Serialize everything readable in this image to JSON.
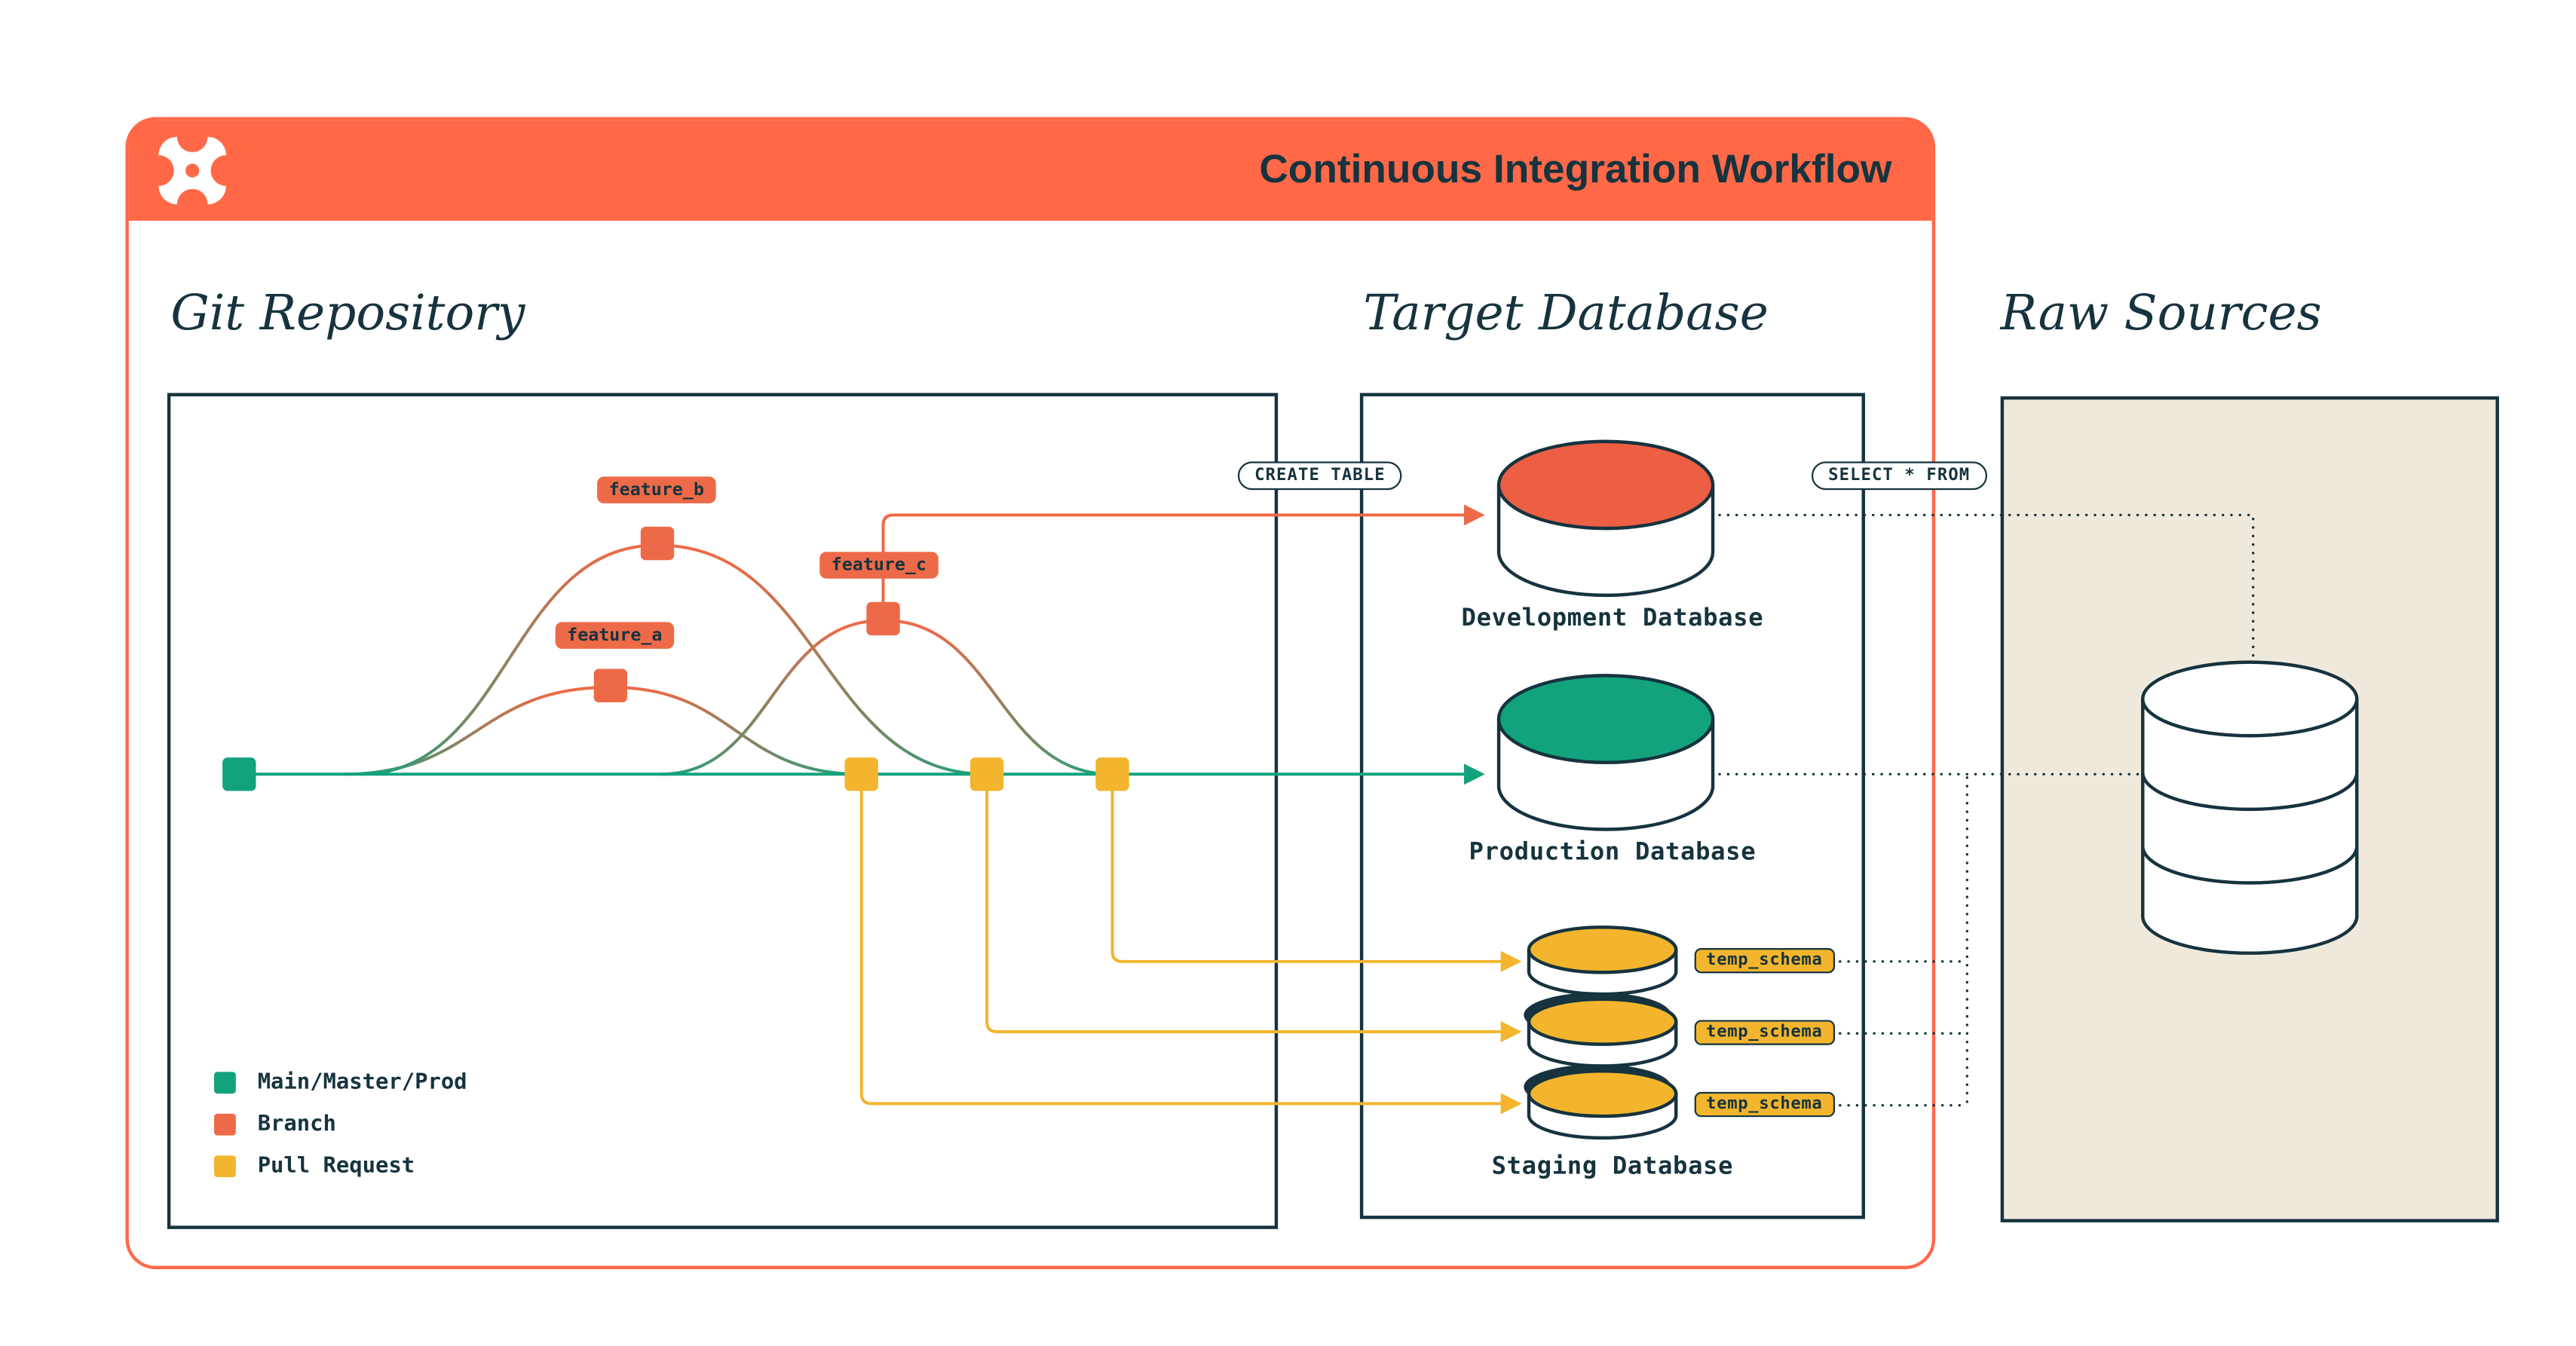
{
  "header": {
    "title": "Continuous Integration Workflow"
  },
  "git": {
    "title": "Git Repository",
    "branch_labels": [
      "feature_a",
      "feature_b",
      "feature_c"
    ],
    "legend": [
      {
        "label": "Main/Master/Prod",
        "color": "#12A37D"
      },
      {
        "label": "Branch",
        "color": "#ED6A48"
      },
      {
        "label": "Pull Request",
        "color": "#F2B52D"
      }
    ]
  },
  "target": {
    "title": "Target Database",
    "create_table_label": "CREATE TABLE",
    "select_from_label": "SELECT * FROM",
    "databases": [
      {
        "name": "Development Database"
      },
      {
        "name": "Production Database"
      },
      {
        "name": "Staging Database"
      }
    ],
    "temp_schema_labels": [
      "temp_schema",
      "temp_schema",
      "temp_schema"
    ]
  },
  "raw": {
    "title": "Raw Sources"
  },
  "icons": {
    "logo": "dbt-logo-icon",
    "databases": "database-cylinder-icon"
  },
  "colors": {
    "brand_orange": "#FF6948",
    "branch_orange": "#ED6A48",
    "main_green": "#12A37D",
    "pull_request_yellow": "#F2B52D",
    "ink_navy": "#16333E",
    "raw_beige": "#EFE9DC"
  }
}
